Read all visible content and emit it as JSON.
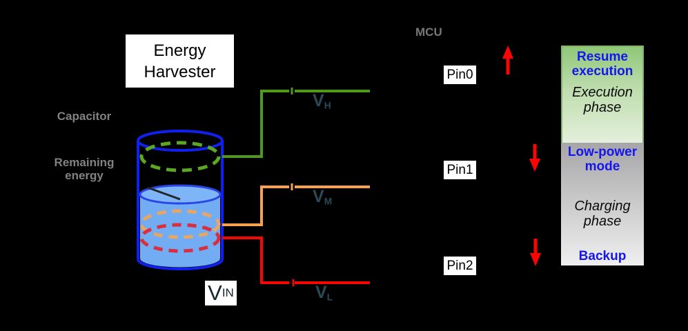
{
  "colors": {
    "background": "#000000",
    "cylinder_outline": "#1021EE",
    "liquid_fill": "#72ACF3",
    "liquid_surface_fill": "#7DB5F7",
    "liquid_surface_stroke": "#2B46E8",
    "green_dash": "#5CA822",
    "green_line": "#4F9A1A",
    "orange_dash": "#E8A664",
    "orange_line": "#F9A14E",
    "red_dash": "#D92E3F",
    "red_line": "#FB0404",
    "arrow_red": "#FB0404",
    "pointer_line": "#262626",
    "threshold_label": "#2A4A57",
    "gray_label": "#828282",
    "blue_text": "#1515EE",
    "panel_green_top": "#8FC778",
    "panel_green_bottom": "#E4F0DC",
    "panel_gray_top": "#A6A6A8",
    "panel_gray_bottom": "#EFEFEF",
    "box_bg": "#FFFFFF"
  },
  "harvester": {
    "line1": "Energy",
    "line2": "Harvester"
  },
  "capacitor_label": "Capacitor",
  "remaining": {
    "line1": "Remaining",
    "line2": "energy"
  },
  "vin": {
    "base": "V",
    "sub": "IN"
  },
  "thresholds": {
    "vh": {
      "base": "V",
      "sub": "H"
    },
    "vm": {
      "base": "V",
      "sub": "M"
    },
    "vl": {
      "base": "V",
      "sub": "L"
    }
  },
  "mcu": {
    "label": "MCU",
    "pin0": "Pin0",
    "pin1": "Pin1",
    "pin2": "Pin2"
  },
  "phases": {
    "resume": "Resume execution",
    "execution": "Execution phase",
    "low_power": "Low-power mode",
    "charging": "Charging phase",
    "backup": "Backup"
  }
}
